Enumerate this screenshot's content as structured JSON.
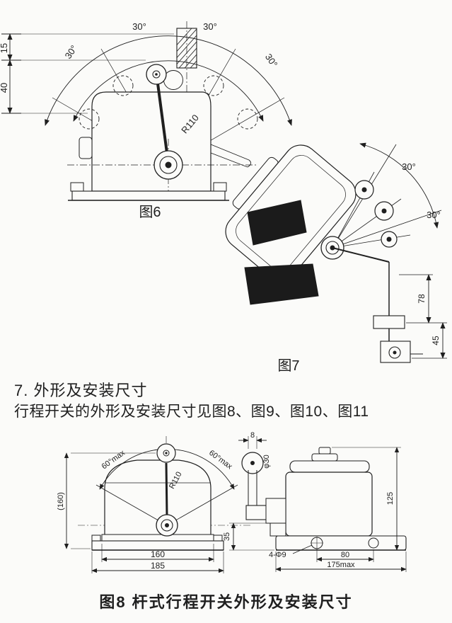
{
  "figure6": {
    "caption": "图6",
    "angles": {
      "top_left": "30°",
      "top_right": "30°",
      "side_left": "30°",
      "side_right": "30°"
    },
    "dims": {
      "d15": "15",
      "d40": "40",
      "r110": "R110"
    }
  },
  "figure7": {
    "caption": "图7",
    "angles": {
      "a1": "30°",
      "a2": "30°"
    },
    "dims": {
      "d78": "78",
      "d45": "45"
    }
  },
  "section": {
    "heading": "7. 外形及安装尺寸",
    "body": "行程开关的外形及安装尺寸见图8、图9、图10、图11"
  },
  "figure8": {
    "caption": "图8 杆式行程开关外形及安装尺寸",
    "left": {
      "angle_left": "60°max",
      "angle_right": "60°max",
      "r110": "R110",
      "h160": "(160)",
      "w160": "160",
      "w185": "185"
    },
    "right": {
      "d8": "8",
      "phi30": "φ30",
      "h125": "125",
      "h35": "35",
      "holes": "4-Φ9",
      "w80": "80",
      "w175": "175max"
    }
  }
}
